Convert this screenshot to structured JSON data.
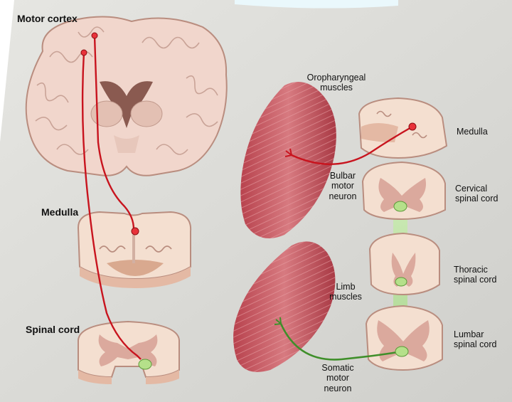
{
  "left_panel": {
    "motor_cortex": "Motor cortex",
    "medulla": "Medulla",
    "spinal_cord": "Spinal cord"
  },
  "right_panel": {
    "oropharyngeal_muscles": [
      "Oropharyngeal",
      "muscles"
    ],
    "bulbar_motor_neuron": [
      "Bulbar",
      "motor",
      "neuron"
    ],
    "limb_muscles": [
      "Limb",
      "muscles"
    ],
    "somatic_motor_neuron": [
      "Somatic",
      "motor",
      "neuron"
    ],
    "medulla": "Medulla",
    "cervical_spinal_cord": [
      "Cervical",
      "spinal cord"
    ],
    "thoracic_spinal_cord": [
      "Thoracic",
      "spinal cord"
    ],
    "lumbar_spinal_cord": [
      "Lumbar",
      "spinal cord"
    ]
  },
  "colors": {
    "background": "#d9d9d5",
    "tissue_light": "#f4dfd0",
    "tissue_mid": "#e9c2b3",
    "tissue_dark": "#b98d7f",
    "upper_motor_neuron": "#c8141e",
    "lower_motor_neuron_bulbar": "#c8141e",
    "lower_motor_neuron_somatic": "#3f8f2a",
    "muscle": "#c4505a",
    "glow_green": "#b5e08a"
  }
}
